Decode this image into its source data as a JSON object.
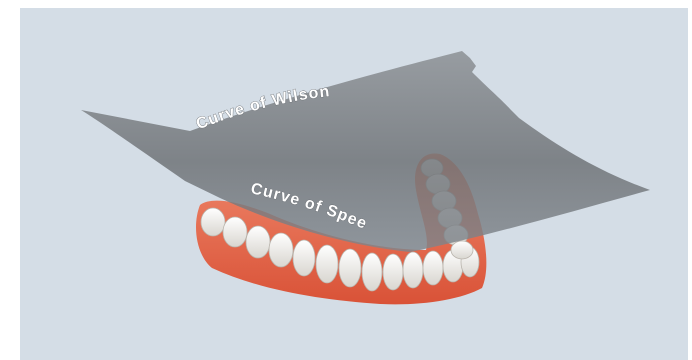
{
  "labels": {
    "curve_of_wilson": "Curve of Wilson",
    "curve_of_spee": "Curve of Spee"
  },
  "colors": {
    "background": "#d4dde6",
    "plane": "#6f7378",
    "gum": "#e6664c",
    "teeth": "#f2f0ec"
  },
  "icons": {
    "plane": "occlusal-plane-surface",
    "arch": "lower-dental-arch"
  }
}
